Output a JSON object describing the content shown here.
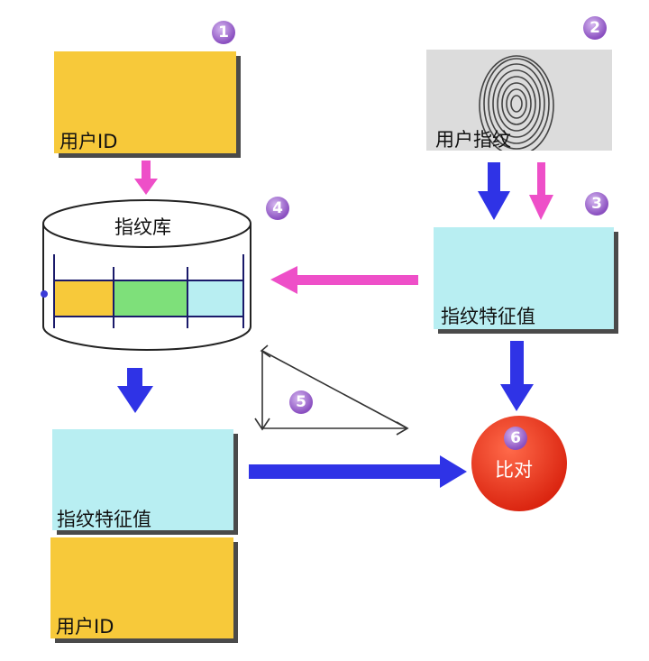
{
  "labels": {
    "user_id_top": "用户ID",
    "user_fingerprint": "用户指纹",
    "fingerprint_db": "指纹库",
    "feature_right": "指纹特征值",
    "feature_left": "指纹特征值",
    "user_id_bottom": "用户ID",
    "compare": "比对"
  },
  "badges": [
    "1",
    "2",
    "3",
    "4",
    "5",
    "6"
  ],
  "colors": {
    "yellow": "#f7c93a",
    "light_cyan": "#b8eef2",
    "green": "#7ee07a",
    "magenta": "#ee4fc8",
    "blue": "#2f33e6",
    "red": "#e8321c"
  }
}
